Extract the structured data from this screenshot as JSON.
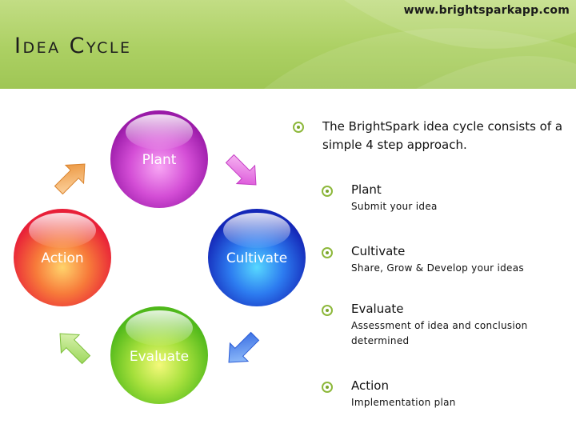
{
  "header": {
    "site_url": "www.brightsparkapp.com",
    "title": "Idea Cycle"
  },
  "diagram": {
    "orbs": [
      {
        "label": "Plant",
        "color": "#c838c8"
      },
      {
        "label": "Cultivate",
        "color": "#1f5ee8"
      },
      {
        "label": "Evaluate",
        "color": "#8fd21c"
      },
      {
        "label": "Action",
        "color": "#f2453a"
      }
    ],
    "arrows": [
      {
        "from": "Plant",
        "to": "Cultivate",
        "color": "#e070e0",
        "icon": "arrow-down-right-icon"
      },
      {
        "from": "Cultivate",
        "to": "Evaluate",
        "color": "#3f7ff0",
        "icon": "arrow-down-left-icon"
      },
      {
        "from": "Evaluate",
        "to": "Action",
        "color": "#9fdc5a",
        "icon": "arrow-up-left-icon"
      },
      {
        "from": "Action",
        "to": "Plant",
        "color": "#f0a050",
        "icon": "arrow-up-right-icon"
      }
    ]
  },
  "content": {
    "intro": "The BrightSpark idea cycle consists of a simple 4 step approach.",
    "steps": [
      {
        "name": "Plant",
        "description": "Submit your idea"
      },
      {
        "name": "Cultivate",
        "description": "Share, Grow & Develop your ideas"
      },
      {
        "name": "Evaluate",
        "description": "Assessment of idea and conclusion determined"
      },
      {
        "name": "Action",
        "description": "Implementation plan"
      }
    ]
  },
  "colors": {
    "banner": "#acd063",
    "bullet": "#8db83b"
  }
}
